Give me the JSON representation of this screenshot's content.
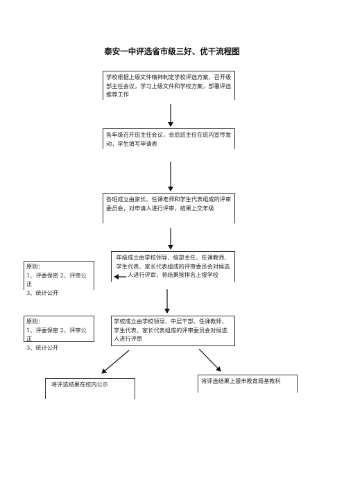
{
  "title": "泰安一中评选省市级三好、优干流程图",
  "steps": [
    "学校根据上级文件精神制定学校评选方案，召开级部主任会议，学习上级文件和学校方案，部署评选推荐工作",
    "各年级召开班主任会议，会后班主任在班内宣传发动，学生填写申请表",
    "各班成立由家长、任课老师和学生代表组成的评审委员会，对申请人进行评审，结果上交年级",
    "年级成立由学校领导、级部主任、任课教师、学生代表、家长代表组成的评审委员会对候选人进行评审，将结果按排名上报学校",
    "学校成立由学校领导、中层干部、任课教师、学生代表、家长代表组成的评审委员会对候选人进行评审"
  ],
  "principles": {
    "line1": "原则：",
    "line2": "1、评委保密 2、评审公正",
    "line3": "3、统计公开"
  },
  "principles_b": {
    "line1": "原则：",
    "line2": "1、评委保密 2、评审公正",
    "line3": "3、统计公开"
  },
  "outcomes": {
    "publicize": "将评选结果在校内公示",
    "report": "将评选结果上报市教育局基教科"
  }
}
